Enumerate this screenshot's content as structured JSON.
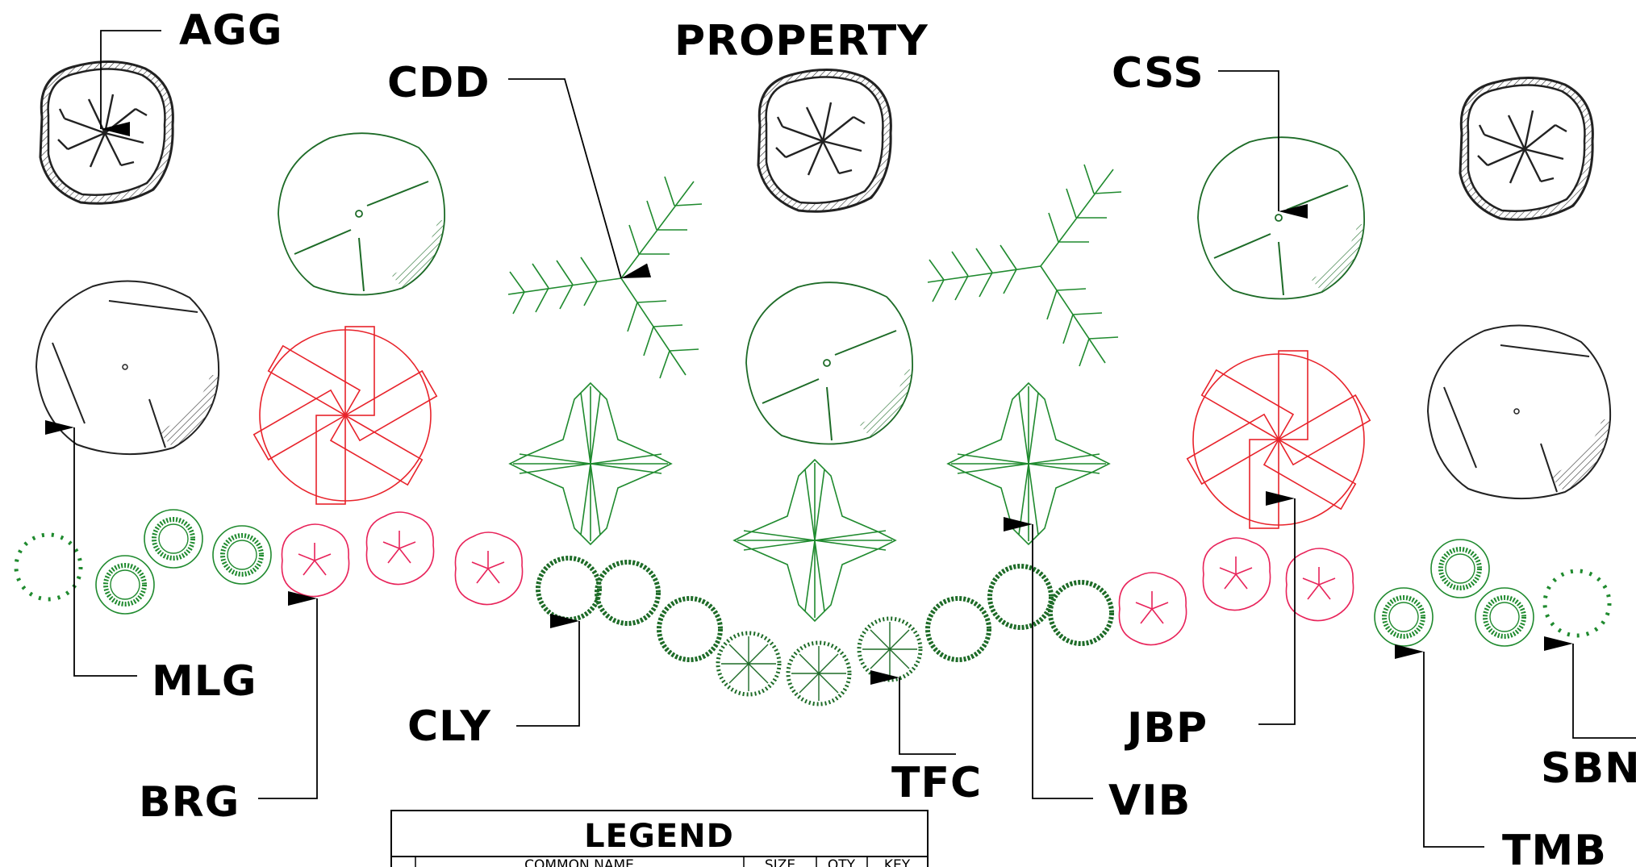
{
  "title_fragment": "PROPERTY",
  "labels": {
    "agg": "AGG",
    "cdd": "CDD",
    "css": "CSS",
    "mlg": "MLG",
    "brg": "BRG",
    "cly": "CLY",
    "tfc": "TFC",
    "vib": "VIB",
    "jbp": "JBP",
    "sbn": "SBN",
    "tmb": "TMB"
  },
  "legend": {
    "title": "LEGEND",
    "columns": [
      "COMMON NAME",
      "SIZE",
      "QTY",
      "KEY"
    ]
  },
  "colors": {
    "gray_tree": "#222222",
    "red_symbol": "#e8232b",
    "pink_shrub": "#e8235a",
    "green": "#1f8a2e",
    "dark_green": "#1d6b27"
  }
}
